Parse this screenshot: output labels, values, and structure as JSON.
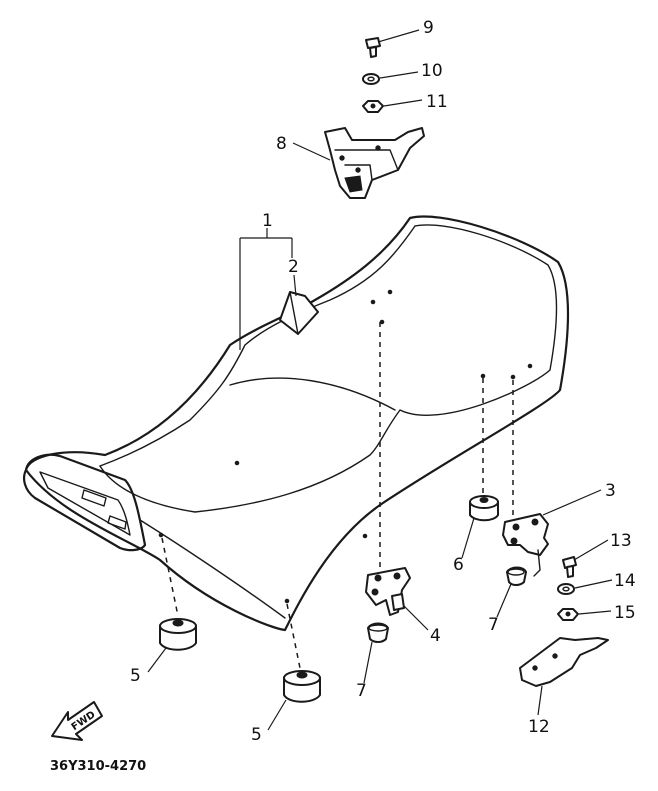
{
  "callouts": {
    "c1": "1",
    "c2": "2",
    "c3": "3",
    "c4": "4",
    "c5a": "5",
    "c5b": "5",
    "c6": "6",
    "c7a": "7",
    "c7b": "7",
    "c8": "8",
    "c9": "9",
    "c10": "10",
    "c11": "11",
    "c12": "12",
    "c13": "13",
    "c14": "14",
    "c15": "15"
  },
  "fwd_label": "FWD",
  "drawing_code": "36Y310-4270"
}
